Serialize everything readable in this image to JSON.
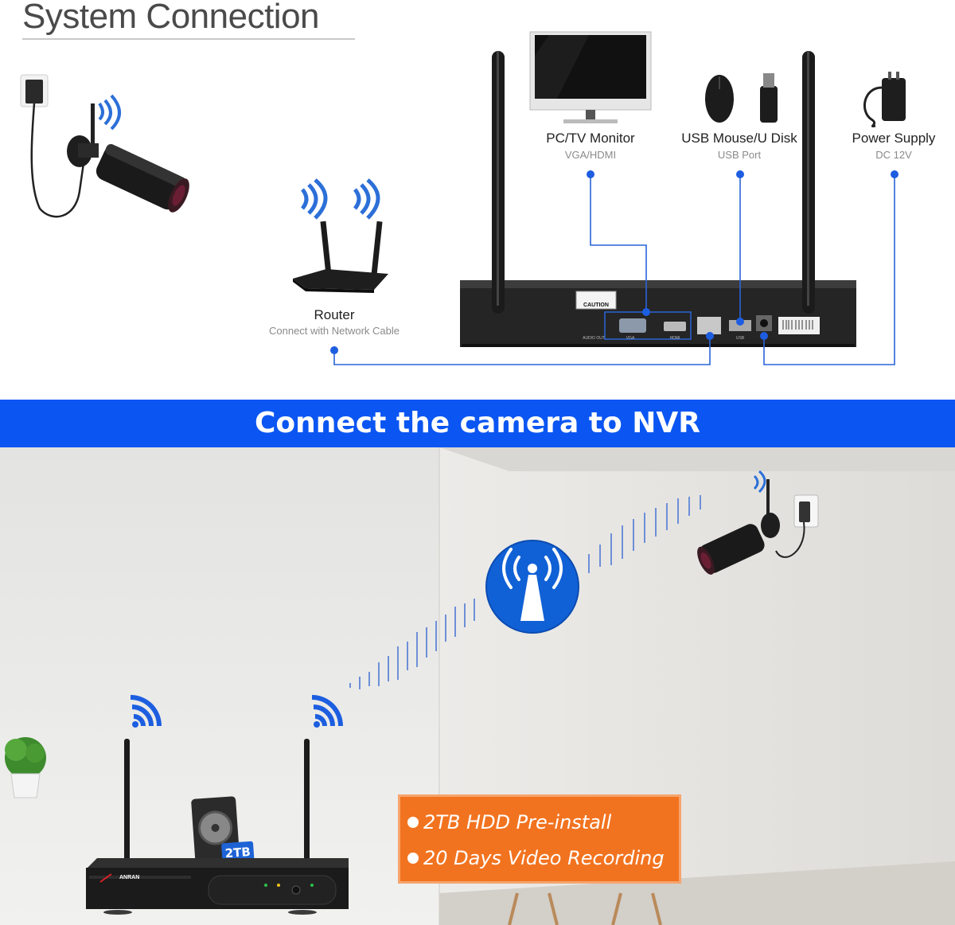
{
  "header": {
    "title": "System Connection"
  },
  "connections": {
    "monitor": {
      "label": "PC/TV Monitor",
      "sub": "VGA/HDMI"
    },
    "mouse": {
      "label": "USB Mouse/U Disk",
      "sub": "USB Port"
    },
    "power": {
      "label": "Power Supply",
      "sub": "DC 12V"
    },
    "router": {
      "label": "Router",
      "sub": "Connect with Network Cable"
    }
  },
  "nvr_panel": {
    "caution": "CAUTION",
    "port_vga": "VGA",
    "port_hdmi": "HDMI",
    "port_usb": "USB",
    "port_audio": "AUDIO OUT"
  },
  "banner": {
    "text": "Connect the camera to NVR"
  },
  "features": [
    {
      "text": "2TB HDD Pre-install"
    },
    {
      "text": "20 Days Video Recording"
    }
  ],
  "hdd_label": "2TB",
  "brand": "ANRAN",
  "colors": {
    "accent_blue": "#0b56f2",
    "line_blue": "#2a64d8",
    "feature_orange": "#f2731f"
  }
}
